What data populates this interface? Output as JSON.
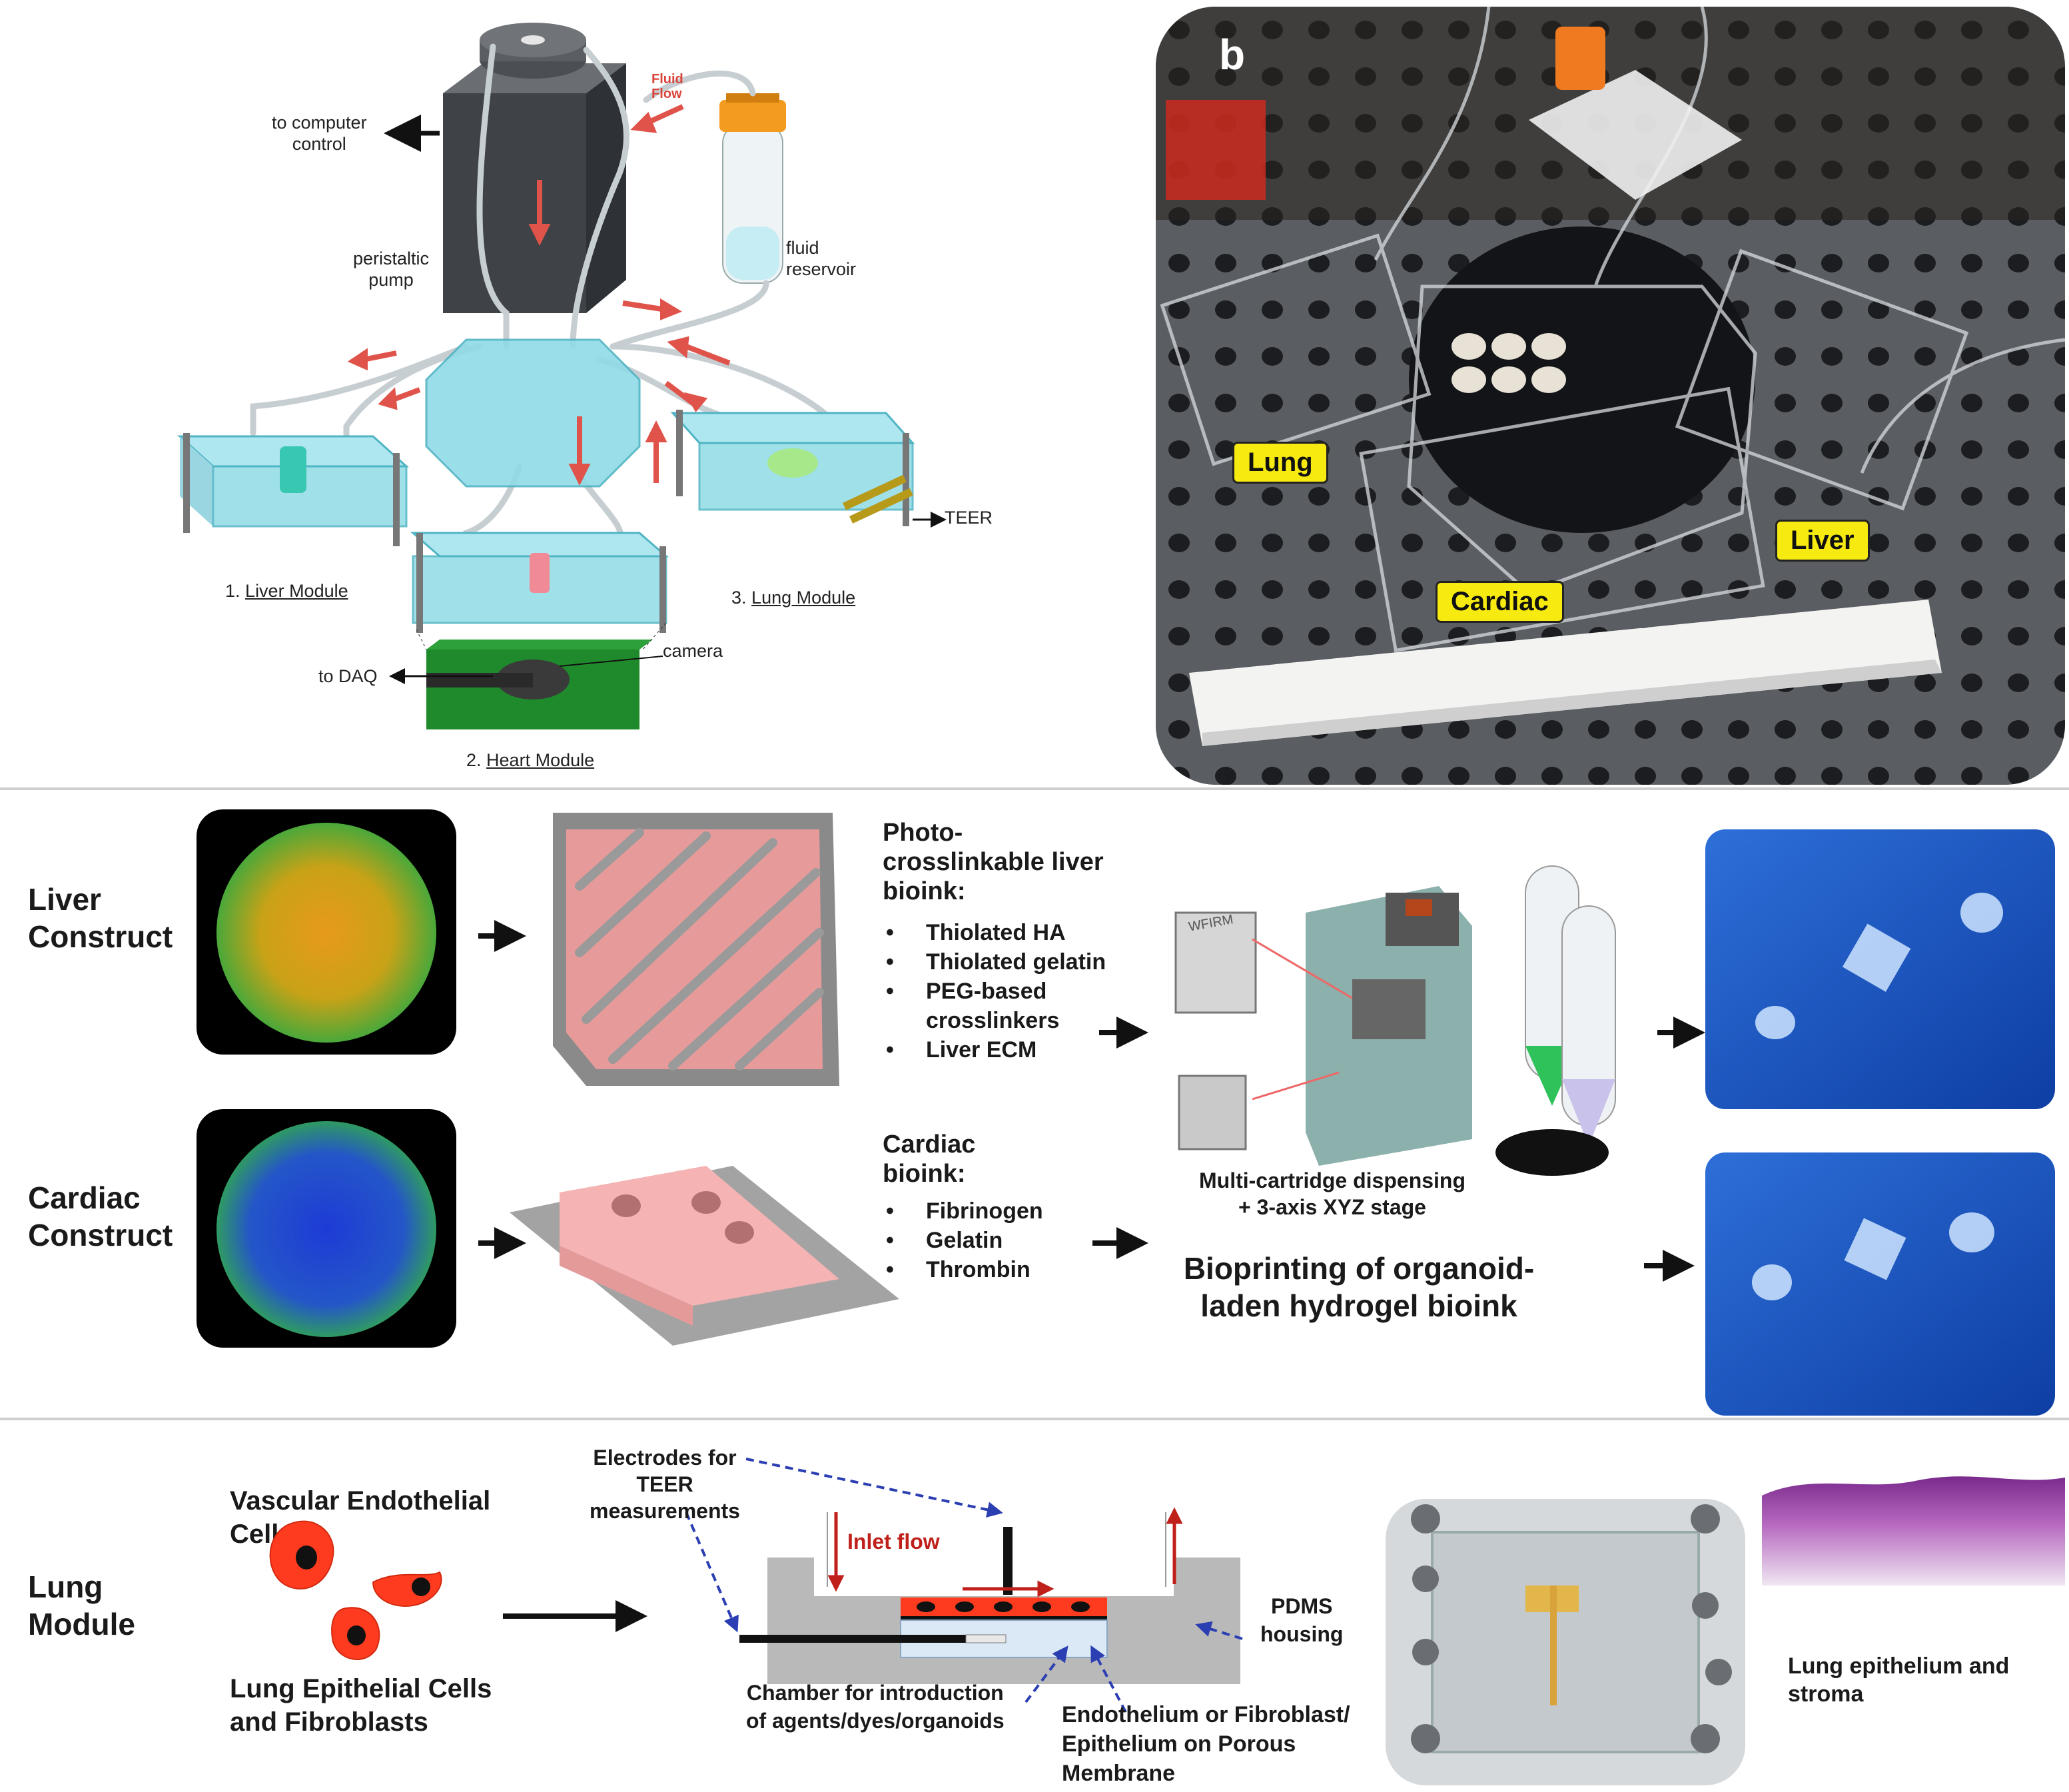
{
  "panel_a": {
    "fluid_flow": "Fluid Flow",
    "fluid_flow_l1": "Fluid",
    "fluid_flow_l2": "Flow",
    "to_computer": "to computer",
    "control": "control",
    "peristaltic": "peristaltic",
    "pump": "pump",
    "fluid": "fluid",
    "reservoir": "reservoir",
    "teer": "TEER",
    "camera": "camera",
    "to_daq": "to DAQ",
    "liver_num": "1.",
    "liver_module": "Liver Module",
    "lung_num": "3.",
    "lung_module": "Lung Module",
    "heart_num": "2.",
    "heart_module": "Heart Module"
  },
  "panel_b": {
    "letter": "b",
    "lung": "Lung",
    "cardiac": "Cardiac",
    "liver": "Liver"
  },
  "bioprint": {
    "liver_construct_l1": "Liver",
    "liver_construct_l2": "Construct",
    "cardiac_construct_l1": "Cardiac",
    "cardiac_construct_l2": "Construct",
    "liver_bioink_title_l1": "Photo-",
    "liver_bioink_title_l2": "crosslinkable liver",
    "liver_bioink_title_l3": "bioink:",
    "liver_bioink_items": [
      "Thiolated HA",
      "Thiolated gelatin",
      "PEG-based",
      "crosslinkers",
      "Liver ECM"
    ],
    "cardiac_bioink_title_l1": "Cardiac",
    "cardiac_bioink_title_l2": "bioink:",
    "cardiac_bioink_items": [
      "Fibrinogen",
      "Gelatin",
      "Thrombin"
    ],
    "bullet": "•",
    "printer_brand": "WFIRM",
    "dispensing_l1": "Multi-cartridge dispensing",
    "dispensing_l2": "+ 3-axis XYZ stage",
    "bioprinting_l1": "Bioprinting of organoid-",
    "bioprinting_l2": "laden hydrogel bioink"
  },
  "lung_section": {
    "vascular_l1": "Vascular Endothelial",
    "vascular_l2": "Cells",
    "lung_module_l1": "Lung",
    "lung_module_l2": "Module",
    "epithelial_l1": "Lung Epithelial Cells",
    "epithelial_l2": "and Fibroblasts",
    "electrodes_l1": "Electrodes for",
    "electrodes_l2": "TEER",
    "electrodes_l3": "measurements",
    "inlet_flow": "Inlet flow",
    "pdms_l1": "PDMS",
    "pdms_l2": "housing",
    "chamber_l1": "Chamber for introduction",
    "chamber_l2": "of agents/dyes/organoids",
    "endothelium_l1": "Endothelium or Fibroblast/",
    "endothelium_l2": "Epithelium on Porous",
    "endothelium_l3": "Membrane",
    "histology_l1": "Lung epithelium and",
    "histology_l2": "stroma"
  },
  "colors": {
    "arrow_red": "#e0534a",
    "module_cyan": "#8fdbe6",
    "label_yellow": "#f6ea10",
    "cell_red": "#ff3b1f",
    "dashed_blue": "#2b3fb3",
    "pcb_green": "#1f8a2c"
  }
}
